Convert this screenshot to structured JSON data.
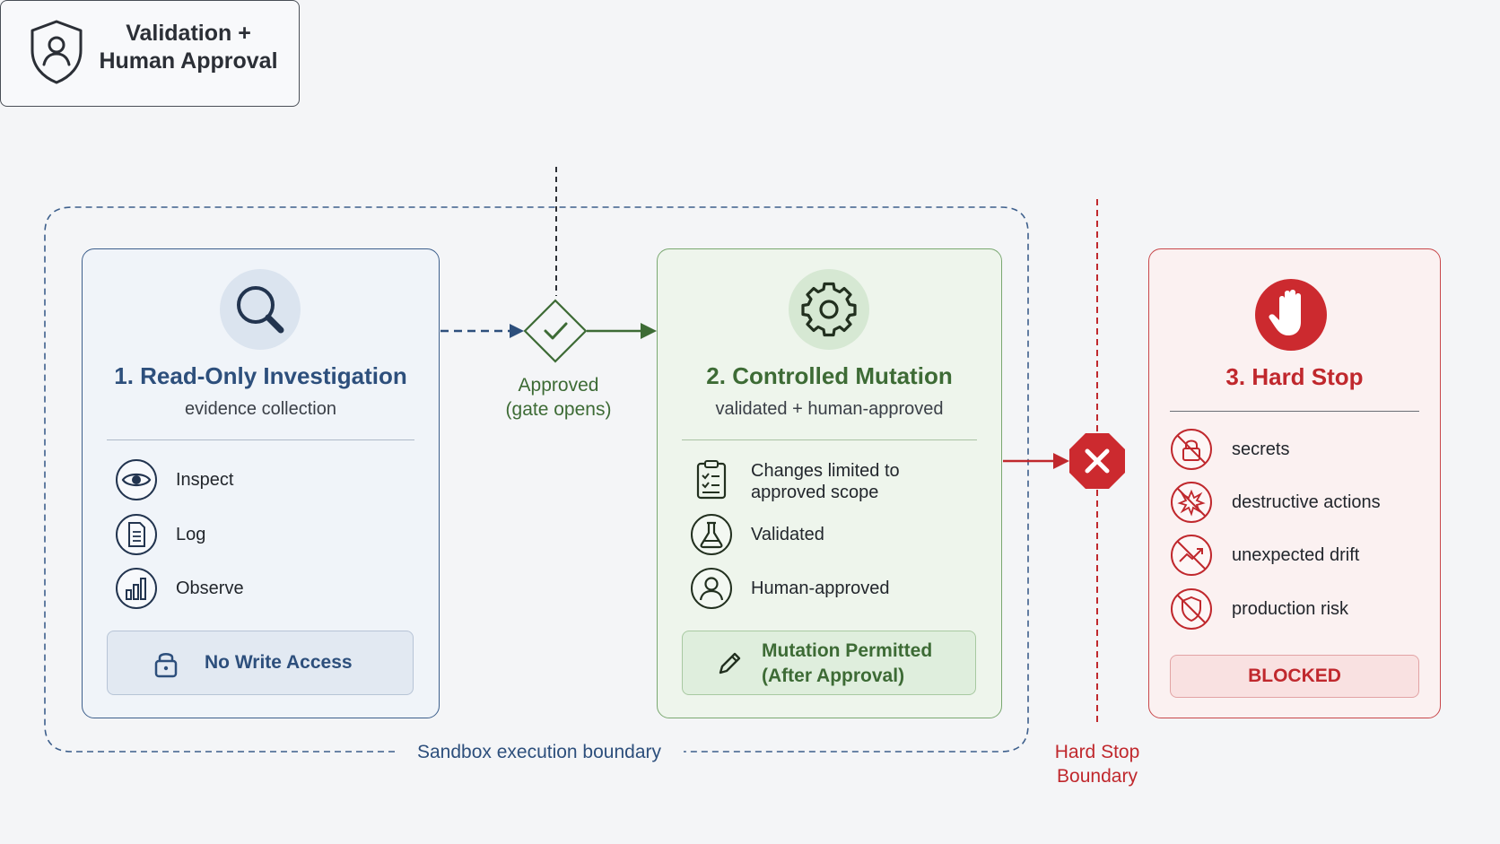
{
  "approval_gate": {
    "title": "Validation +\nHuman Approval"
  },
  "gate": {
    "label": "Approved\n(gate opens)"
  },
  "sandbox": {
    "label": "Sandbox execution boundary"
  },
  "hard_stop_boundary": {
    "label": "Hard Stop\nBoundary"
  },
  "panels": {
    "read_only": {
      "title": "1. Read-Only Investigation",
      "subtitle": "evidence collection",
      "items": [
        {
          "label": "Inspect",
          "icon": "eye-icon"
        },
        {
          "label": "Log",
          "icon": "document-icon"
        },
        {
          "label": "Observe",
          "icon": "bar-chart-icon"
        }
      ],
      "footer": {
        "label": "No Write Access",
        "icon": "lock-icon"
      }
    },
    "mutation": {
      "title": "2. Controlled Mutation",
      "subtitle": "validated + human-approved",
      "items": [
        {
          "label": "Changes limited to\napproved scope",
          "icon": "clipboard-check-icon"
        },
        {
          "label": "Validated",
          "icon": "flask-icon"
        },
        {
          "label": "Human-approved",
          "icon": "user-icon"
        }
      ],
      "footer": {
        "label": "Mutation Permitted\n(After Approval)",
        "icon": "pencil-icon"
      }
    },
    "hard_stop": {
      "title": "3. Hard Stop",
      "items": [
        {
          "label": "secrets",
          "icon": "no-lock-icon"
        },
        {
          "label": "destructive actions",
          "icon": "no-explosion-icon"
        },
        {
          "label": "unexpected drift",
          "icon": "no-trend-icon"
        },
        {
          "label": "production risk",
          "icon": "no-shield-icon"
        }
      ],
      "footer": {
        "label": "BLOCKED"
      }
    }
  },
  "colors": {
    "blue": "#2d4f7c",
    "green": "#3d6b35",
    "red": "#c0282d",
    "dark": "#2b2f36"
  }
}
